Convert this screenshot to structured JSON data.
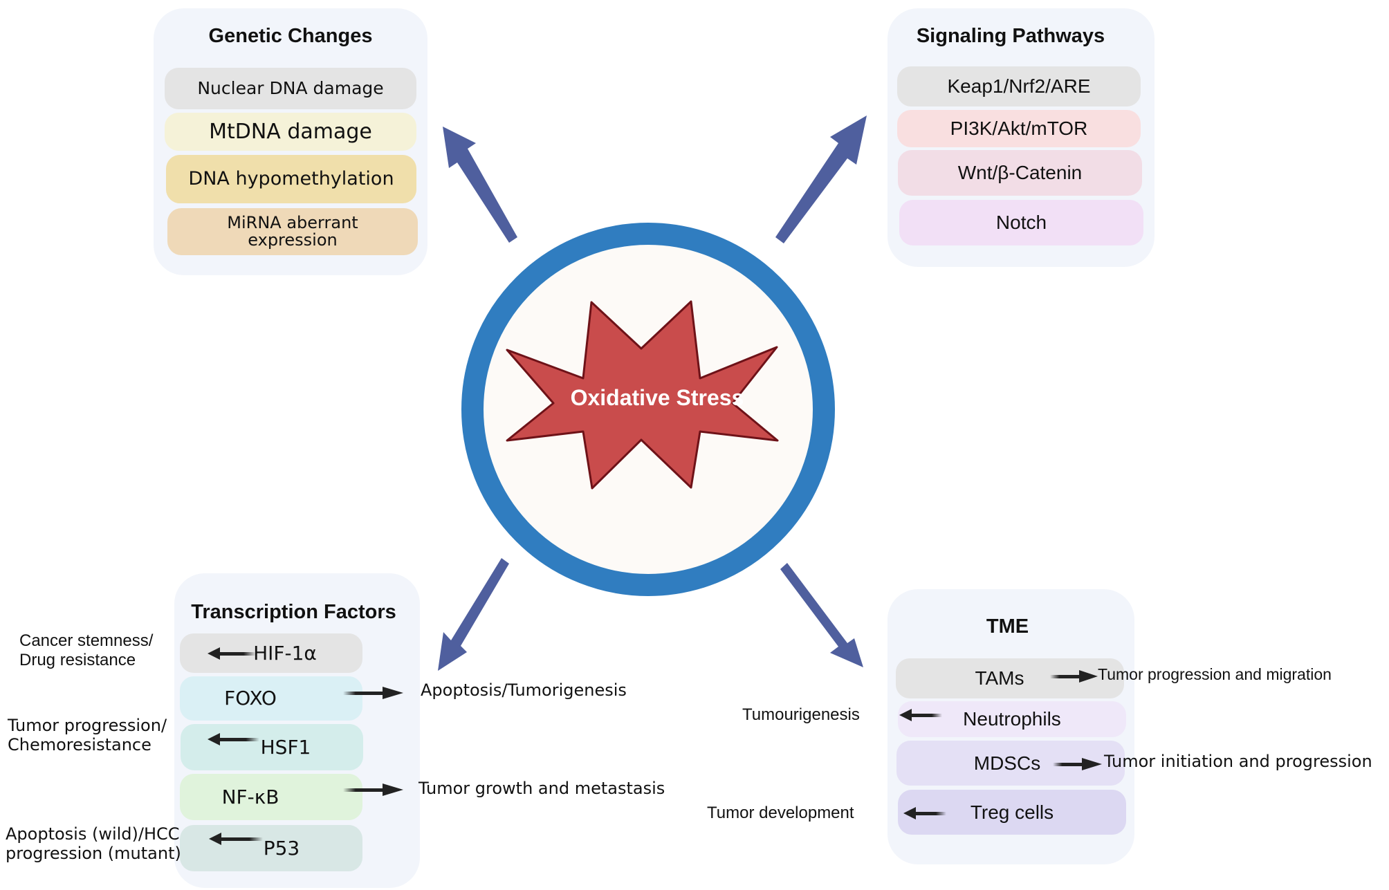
{
  "center": {
    "label": "Oxidative Stress"
  },
  "colors": {
    "ring": "#307dc0",
    "inner": "#fdfaf7",
    "star_fill": "#c94c4c",
    "star_stroke": "#6e1218",
    "big_arrow": "#4f5f9e",
    "small_arrow": "#222222",
    "panel_bg": "#f2f5fb"
  },
  "genetic_changes": {
    "title": "Genetic Changes",
    "items": [
      {
        "label": "Nuclear DNA  damage",
        "color": "#e4e4e4"
      },
      {
        "label": "MtDNA damage",
        "color": "#f5f2d8"
      },
      {
        "label": "DNA hypomethylation",
        "color": "#f0dfab"
      },
      {
        "label": "MiRNA aberrant expression",
        "color": "#efd9b8"
      }
    ]
  },
  "signaling_pathways": {
    "title": "Signaling Pathways",
    "items": [
      {
        "label": "Keap1/Nrf2/ARE",
        "color": "#e4e4e4"
      },
      {
        "label": "PI3K/Akt/mTOR",
        "color": "#f9dfe0"
      },
      {
        "label": "Wnt/β-Catenin",
        "color": "#f2dde6"
      },
      {
        "label": "Notch",
        "color": "#f2e0f6"
      }
    ]
  },
  "transcription_factors": {
    "title": "Transcription Factors",
    "items": [
      {
        "label": "HIF-1α",
        "color": "#e4e4e4",
        "direction": "left",
        "effect": "Cancer stemness/ Drug resistance"
      },
      {
        "label": "FOXO",
        "color": "#daf0f5",
        "direction": "right",
        "effect": "Apoptosis/Tumorigenesis"
      },
      {
        "label": "HSF1",
        "color": "#d4edeb",
        "direction": "left",
        "effect": "Tumor progression/ Chemoresistance"
      },
      {
        "label": "NF-κB",
        "color": "#e0f3dc",
        "direction": "right",
        "effect": "Tumor growth and metastasis"
      },
      {
        "label": "P53",
        "color": "#d8e7e5",
        "direction": "left",
        "effect": "Apoptosis (wild)/HCC progression (mutant)"
      }
    ],
    "effect_lines": {
      "hif": [
        "Cancer stemness/",
        "Drug resistance"
      ],
      "hsf": [
        "Tumor progression/",
        "Chemoresistance"
      ],
      "p53": [
        "Apoptosis (wild)/HCC",
        "progression (mutant)"
      ]
    }
  },
  "tme": {
    "title": "TME",
    "items": [
      {
        "label": "TAMs",
        "color": "#e4e4e4",
        "direction": "right",
        "effect": "Tumor progression and migration"
      },
      {
        "label": "Neutrophils",
        "color": "#efe8f9",
        "direction": "left",
        "effect": "Tumourigenesis"
      },
      {
        "label": "MDSCs",
        "color": "#e4e0f5",
        "direction": "right",
        "effect": "Tumor initiation and progression"
      },
      {
        "label": "Treg cells",
        "color": "#dcd8f2",
        "direction": "left",
        "effect": "Tumor development"
      }
    ]
  }
}
